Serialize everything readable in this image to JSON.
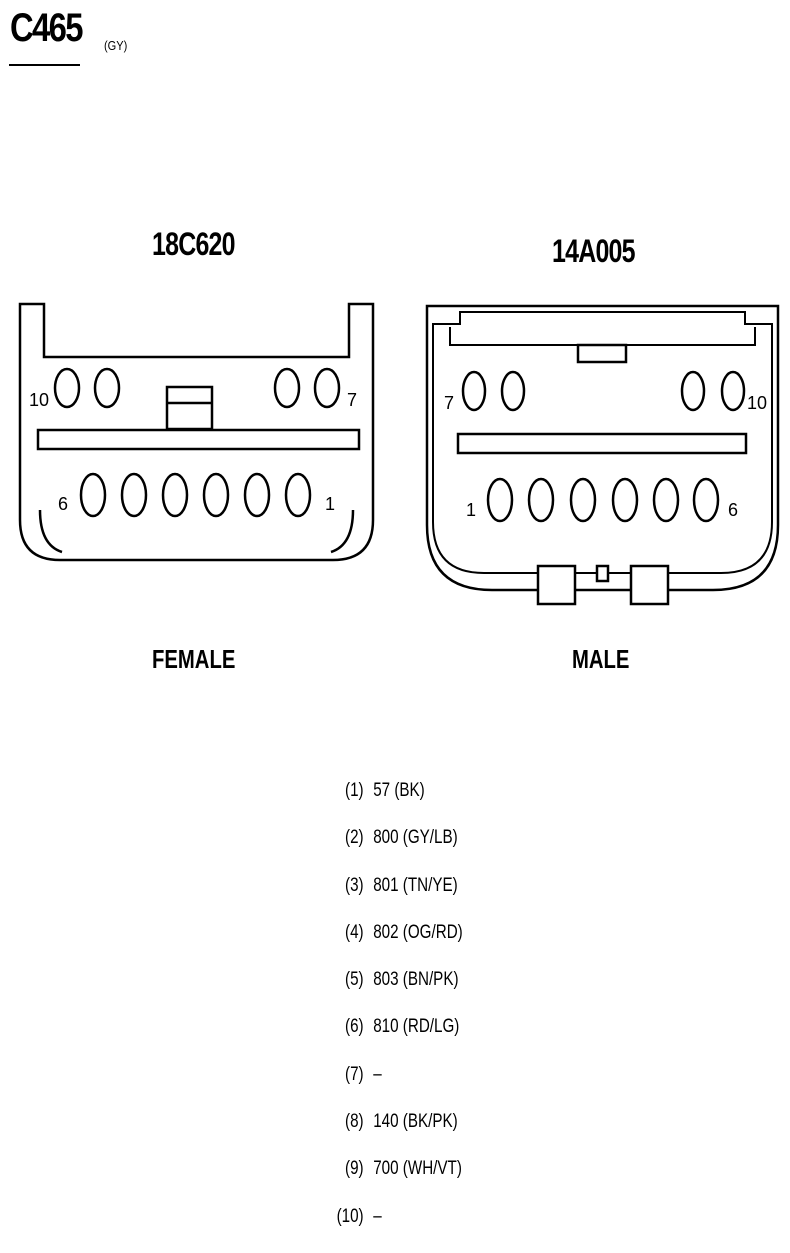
{
  "header": {
    "connector_id": "C465",
    "color_code": "(GY)"
  },
  "female": {
    "part_number": "18C620",
    "label": "FEMALE",
    "pin_labels": {
      "top_left": "10",
      "top_right": "7",
      "bottom_left": "6",
      "bottom_right": "1"
    }
  },
  "male": {
    "part_number": "14A005",
    "label": "MALE",
    "pin_labels": {
      "top_left": "7",
      "top_right": "10",
      "bottom_left": "1",
      "bottom_right": "6"
    }
  },
  "pins": [
    {
      "pin": "(1)",
      "circuit": "57 (BK)"
    },
    {
      "pin": "(2)",
      "circuit": "800 (GY/LB)"
    },
    {
      "pin": "(3)",
      "circuit": "801 (TN/YE)"
    },
    {
      "pin": "(4)",
      "circuit": "802 (OG/RD)"
    },
    {
      "pin": "(5)",
      "circuit": "803 (BN/PK)"
    },
    {
      "pin": "(6)",
      "circuit": "810 (RD/LG)"
    },
    {
      "pin": "(7)",
      "circuit": "–"
    },
    {
      "pin": "(8)",
      "circuit": "140 (BK/PK)"
    },
    {
      "pin": "(9)",
      "circuit": "700 (WH/VT)"
    },
    {
      "pin": "(10)",
      "circuit": "–"
    }
  ]
}
